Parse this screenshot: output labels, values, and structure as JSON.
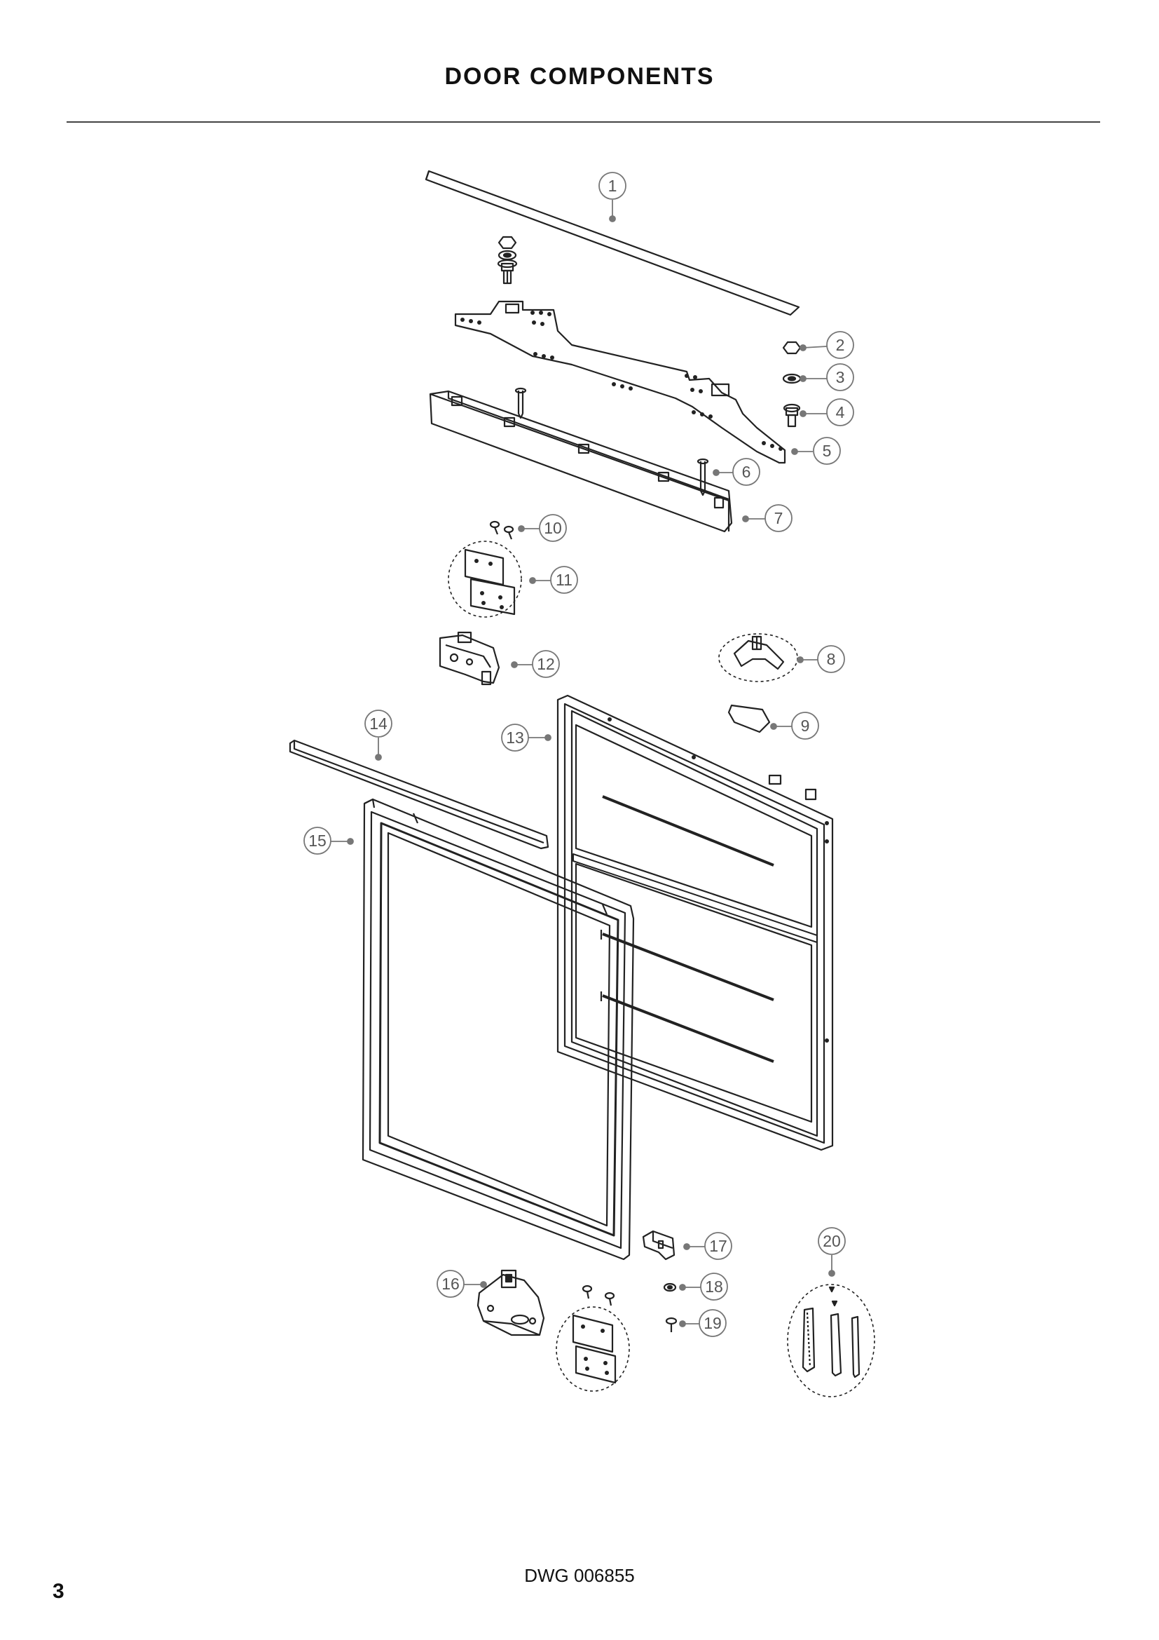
{
  "header": {
    "title": "DOOR COMPONENTS"
  },
  "diagram": {
    "callouts": [
      "1",
      "2",
      "3",
      "4",
      "5",
      "6",
      "7",
      "8",
      "9",
      "10",
      "11",
      "12",
      "13",
      "14",
      "15",
      "16",
      "17",
      "18",
      "19",
      "20"
    ]
  },
  "footer": {
    "drawing_number": "DWG 006855",
    "page_number": "3"
  }
}
